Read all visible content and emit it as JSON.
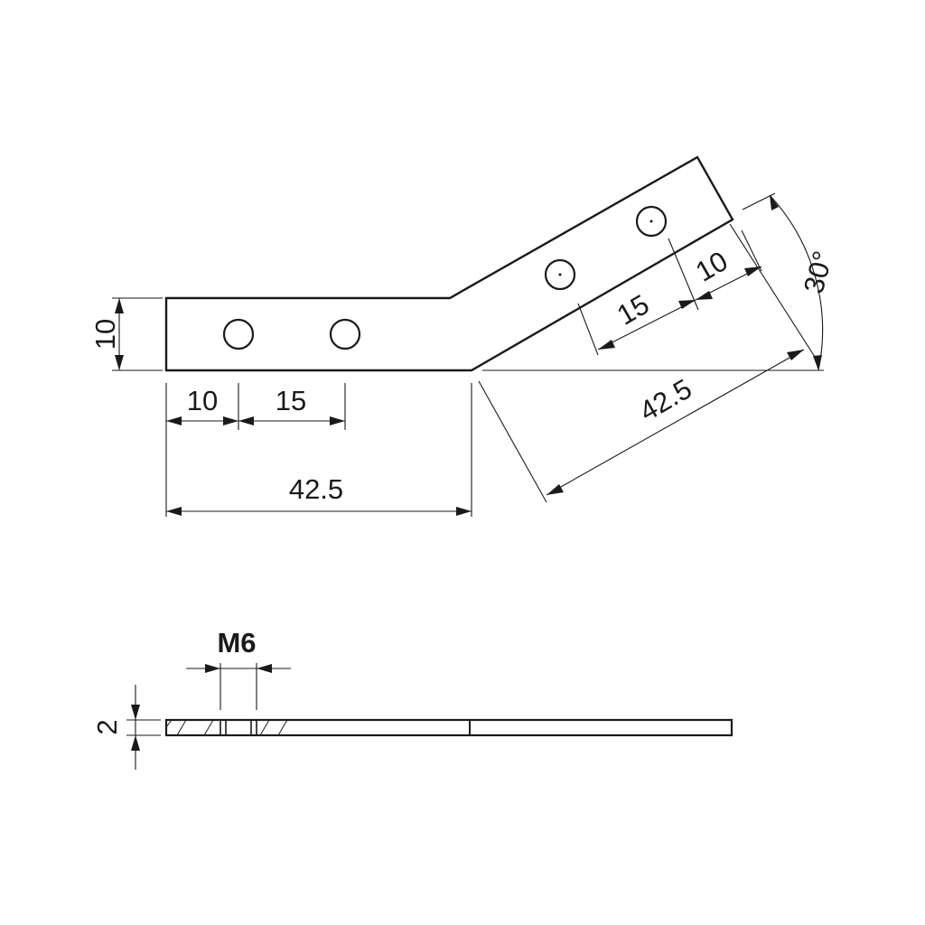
{
  "drawing": {
    "top_view": {
      "height_label": "10",
      "left_hole_spacing_labels": [
        "10",
        "15"
      ],
      "left_length_label": "42.5",
      "right_hole_spacing_labels": [
        "15",
        "10"
      ],
      "right_length_label": "42.5",
      "angle_label": "30°"
    },
    "side_view": {
      "thread_label": "M6",
      "thickness_label": "2"
    }
  }
}
